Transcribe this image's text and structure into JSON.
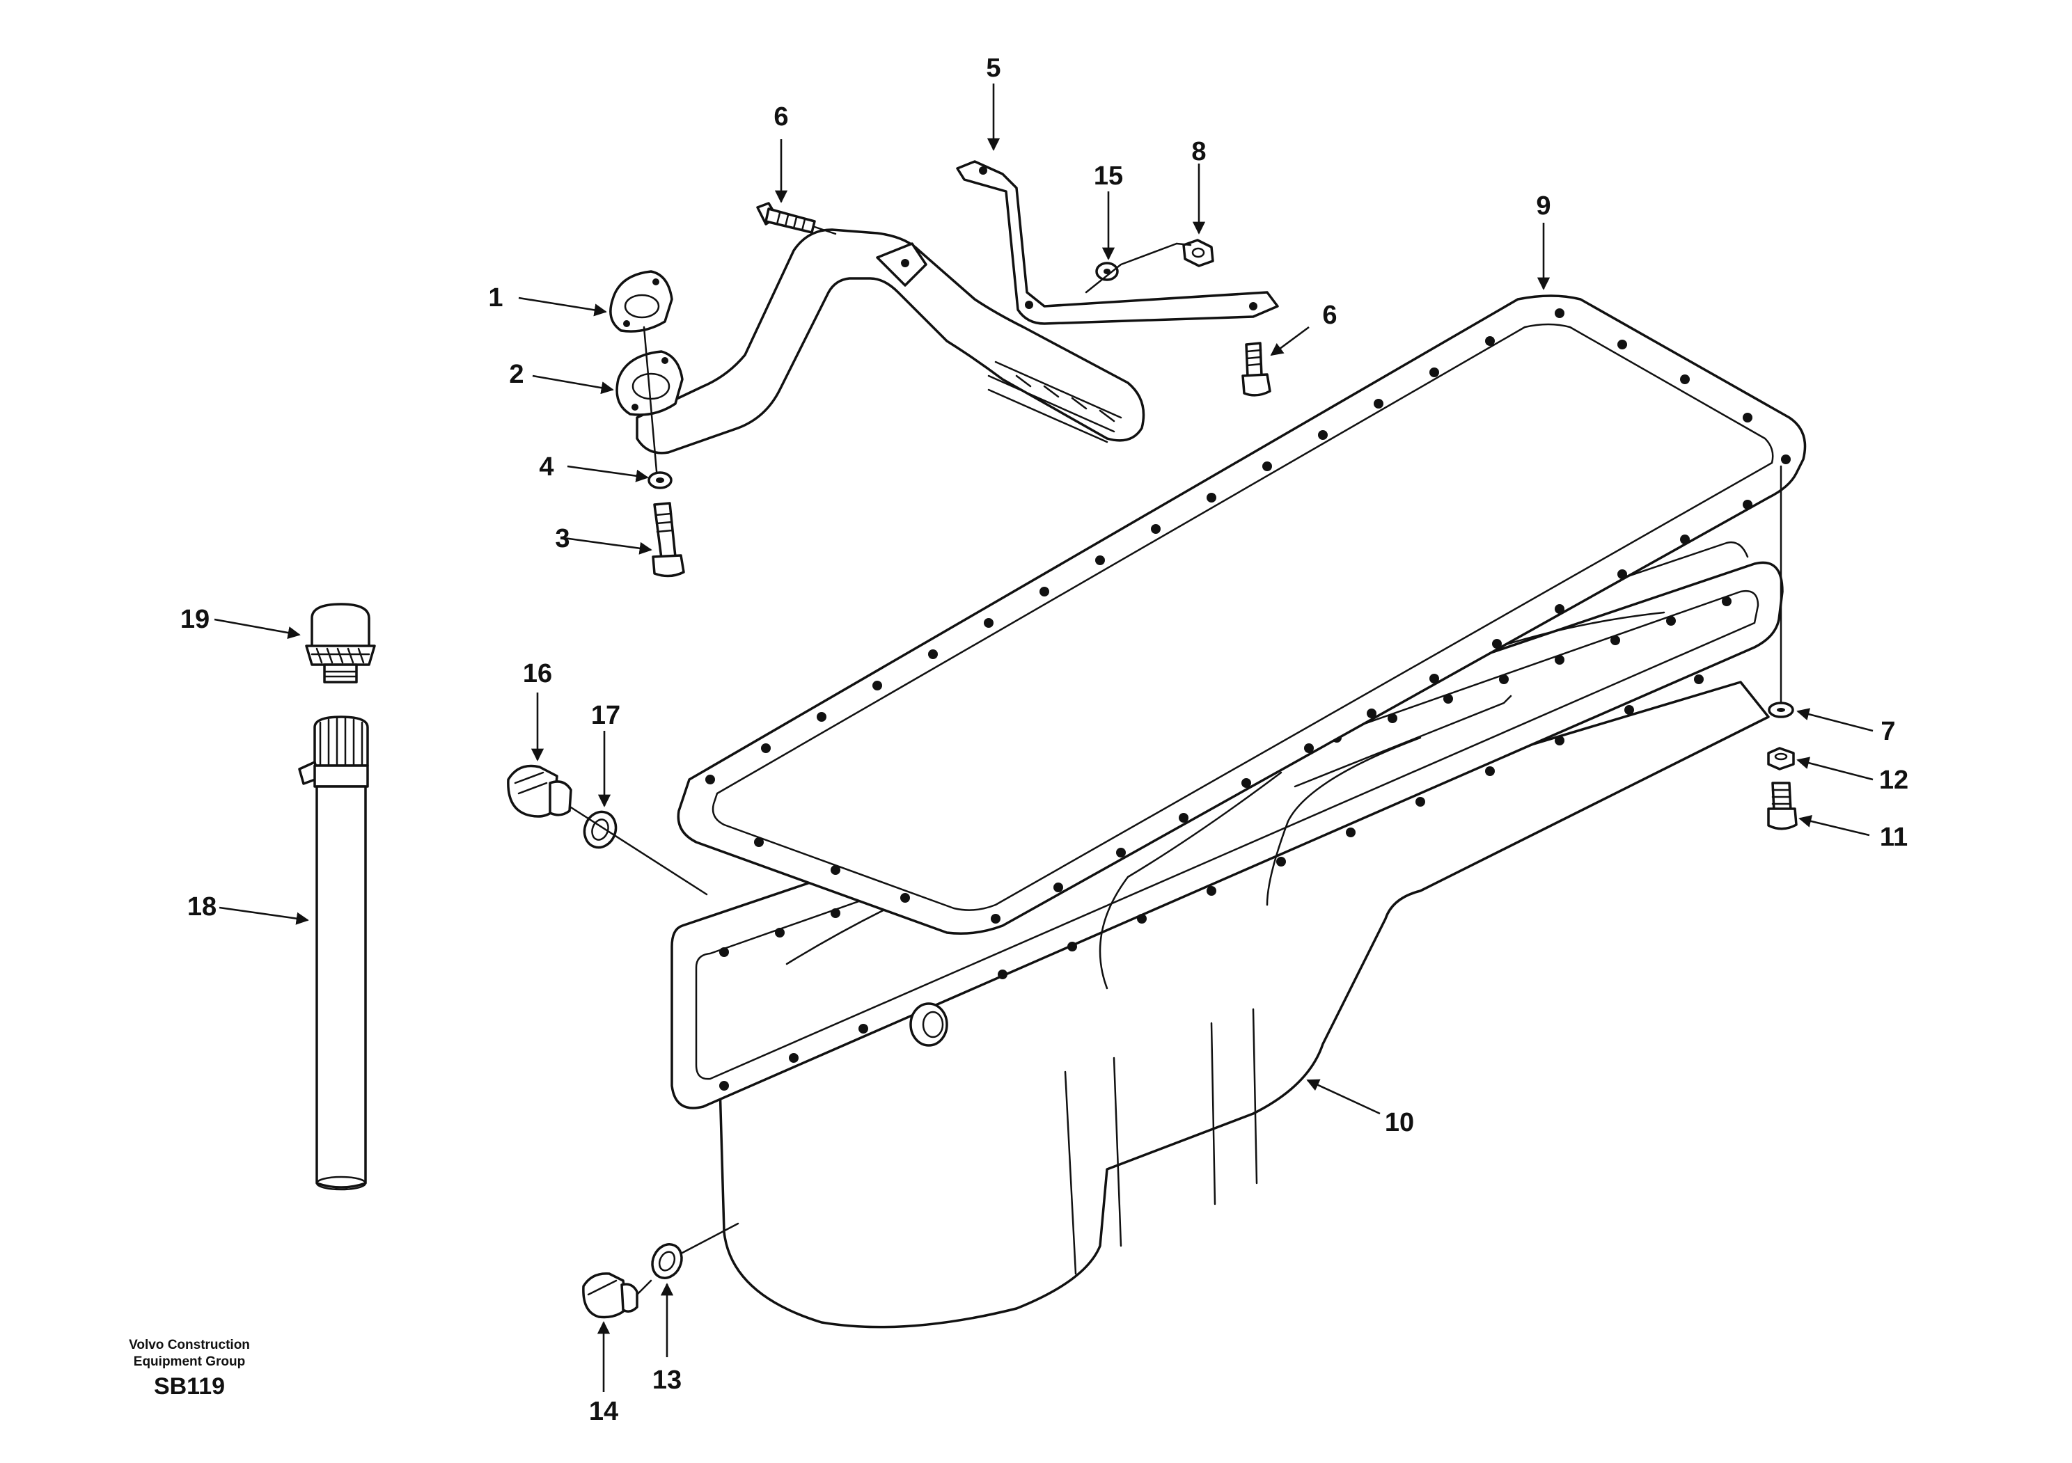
{
  "callouts": [
    {
      "id": "1",
      "label": "1"
    },
    {
      "id": "2",
      "label": "2"
    },
    {
      "id": "3",
      "label": "3"
    },
    {
      "id": "4",
      "label": "4"
    },
    {
      "id": "5",
      "label": "5"
    },
    {
      "id": "6a",
      "label": "6"
    },
    {
      "id": "6b",
      "label": "6"
    },
    {
      "id": "7",
      "label": "7"
    },
    {
      "id": "8",
      "label": "8"
    },
    {
      "id": "9",
      "label": "9"
    },
    {
      "id": "10",
      "label": "10"
    },
    {
      "id": "11",
      "label": "11"
    },
    {
      "id": "12",
      "label": "12"
    },
    {
      "id": "13",
      "label": "13"
    },
    {
      "id": "14",
      "label": "14"
    },
    {
      "id": "15",
      "label": "15"
    },
    {
      "id": "16",
      "label": "16"
    },
    {
      "id": "17",
      "label": "17"
    },
    {
      "id": "18",
      "label": "18"
    },
    {
      "id": "19",
      "label": "19"
    }
  ],
  "credit": {
    "line1": "Volvo Construction",
    "line2": "Equipment Group",
    "code": "SB119"
  },
  "colors": {
    "ink": "#111111",
    "paper": "#ffffff"
  }
}
